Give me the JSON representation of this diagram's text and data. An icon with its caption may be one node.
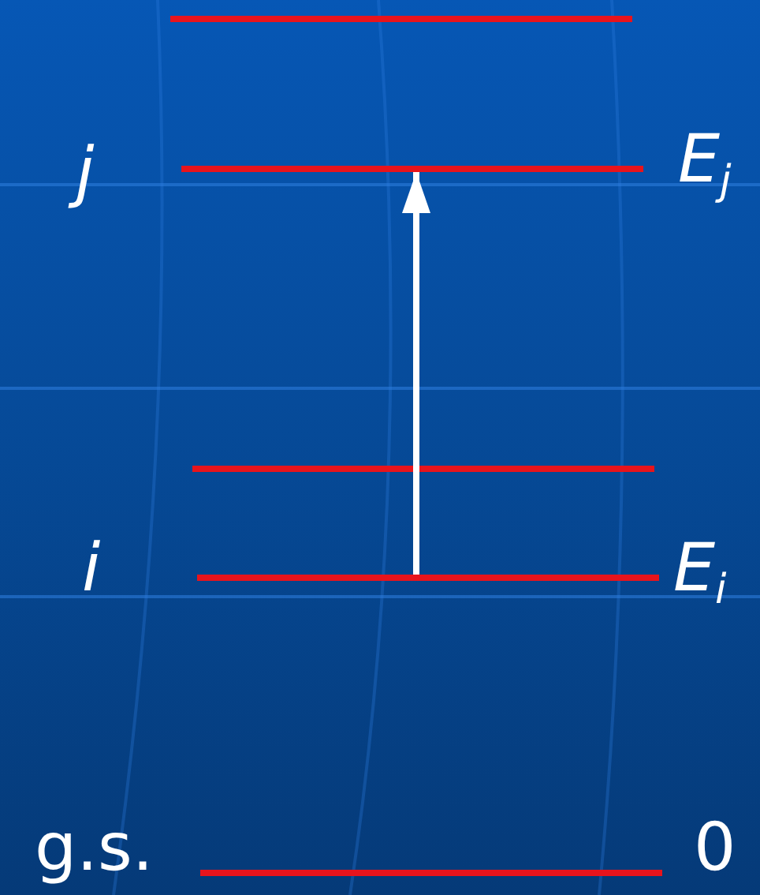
{
  "diagram": {
    "nodes": [
      {
        "text": [],
        "shape": "bar"
      },
      {
        "text": [
          "j",
          "E$_{j}$"
        ]
      },
      {
        "text": [],
        "shape": "bar"
      },
      {
        "text": [
          "i",
          "E$_{i}$"
        ]
      },
      {
        "text": [
          "g.s.",
          "0"
        ]
      }
    ],
    "edges": [
      {
        "from": 3,
        "to": 1,
        "arrow": "to"
      }
    ]
  }
}
